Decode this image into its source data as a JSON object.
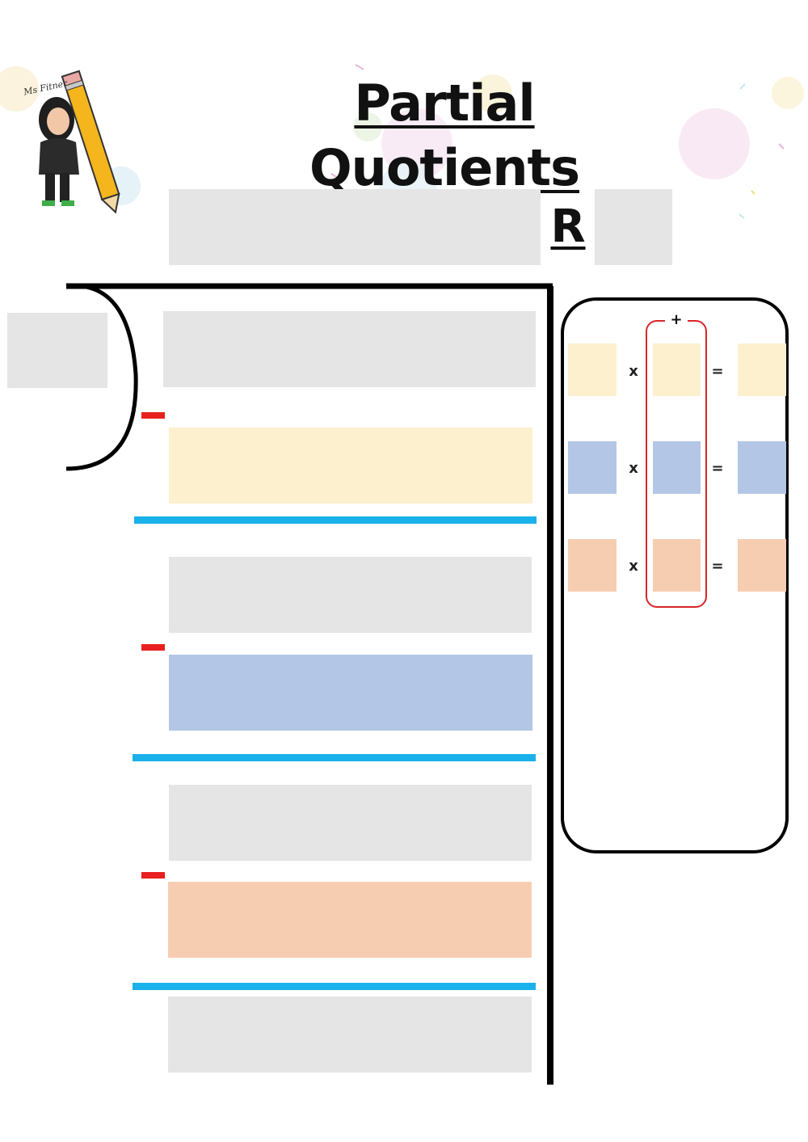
{
  "header": {
    "title": "Partial Quotients",
    "avatar_caption": "Ms Fitner"
  },
  "answer": {
    "remainder_label": "R"
  },
  "side_panel": {
    "plus_symbol": "+",
    "rows": [
      {
        "times_symbol": "x",
        "equals_symbol": "=",
        "color": "#fdf0cf"
      },
      {
        "times_symbol": "x",
        "equals_symbol": "=",
        "color": "#b3c6e5"
      },
      {
        "times_symbol": "x",
        "equals_symbol": "=",
        "color": "#f7cdb1"
      }
    ]
  },
  "colors": {
    "input_gray": "#e5e5e5",
    "subtract_yellow": "#fdf0cf",
    "subtract_blue": "#b3c6e5",
    "subtract_peach": "#f7cdb1",
    "minus_red": "#e8201f",
    "line_blue": "#1ab1ea",
    "bracket_red": "#d9252a"
  }
}
